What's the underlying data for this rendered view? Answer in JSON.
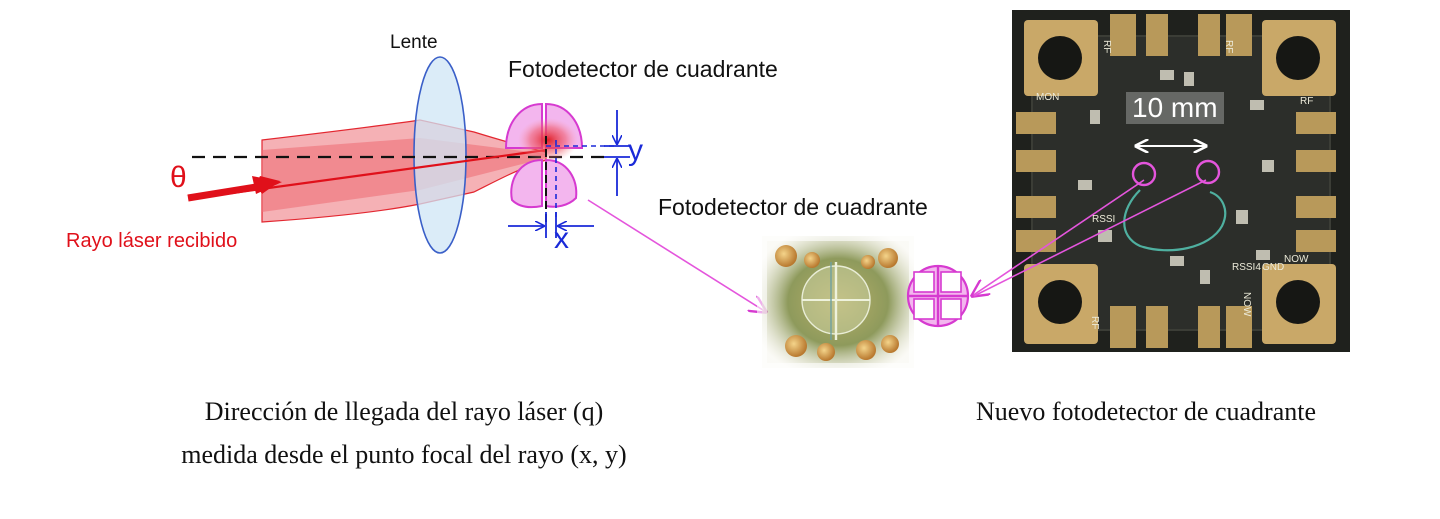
{
  "labels": {
    "lens": "Lente",
    "quadrant_detector_top": "Fotodetector de cuadrante",
    "quadrant_detector_middle": "Fotodetector de cuadrante",
    "theta": "θ",
    "laser_received": "Rayo láser recibido",
    "y_axis": "y",
    "x_axis": "x",
    "scale": "10 mm"
  },
  "captions": {
    "left_line1": "Dirección de llegada del rayo láser (q)",
    "left_line2": "medida desde el punto focal del rayo (x, y)",
    "right": "Nuevo fotodetector de cuadrante"
  },
  "chip_silkscreen": [
    "RF",
    "RF",
    "MON",
    "RF",
    "NOW",
    "RF",
    "NOW",
    "RSSI4",
    "GND",
    "RSSI"
  ],
  "colors": {
    "laser": "#e0101a",
    "beam": "#f4a9ae",
    "lens_fill": "#cfe6f6",
    "lens_stroke": "#3a5fc8",
    "detector": "#d63ad0",
    "detector_fill": "#f3b6ee",
    "measure": "#1a2ad8",
    "board": "#2c2e2a",
    "gold": "#c9a868"
  }
}
